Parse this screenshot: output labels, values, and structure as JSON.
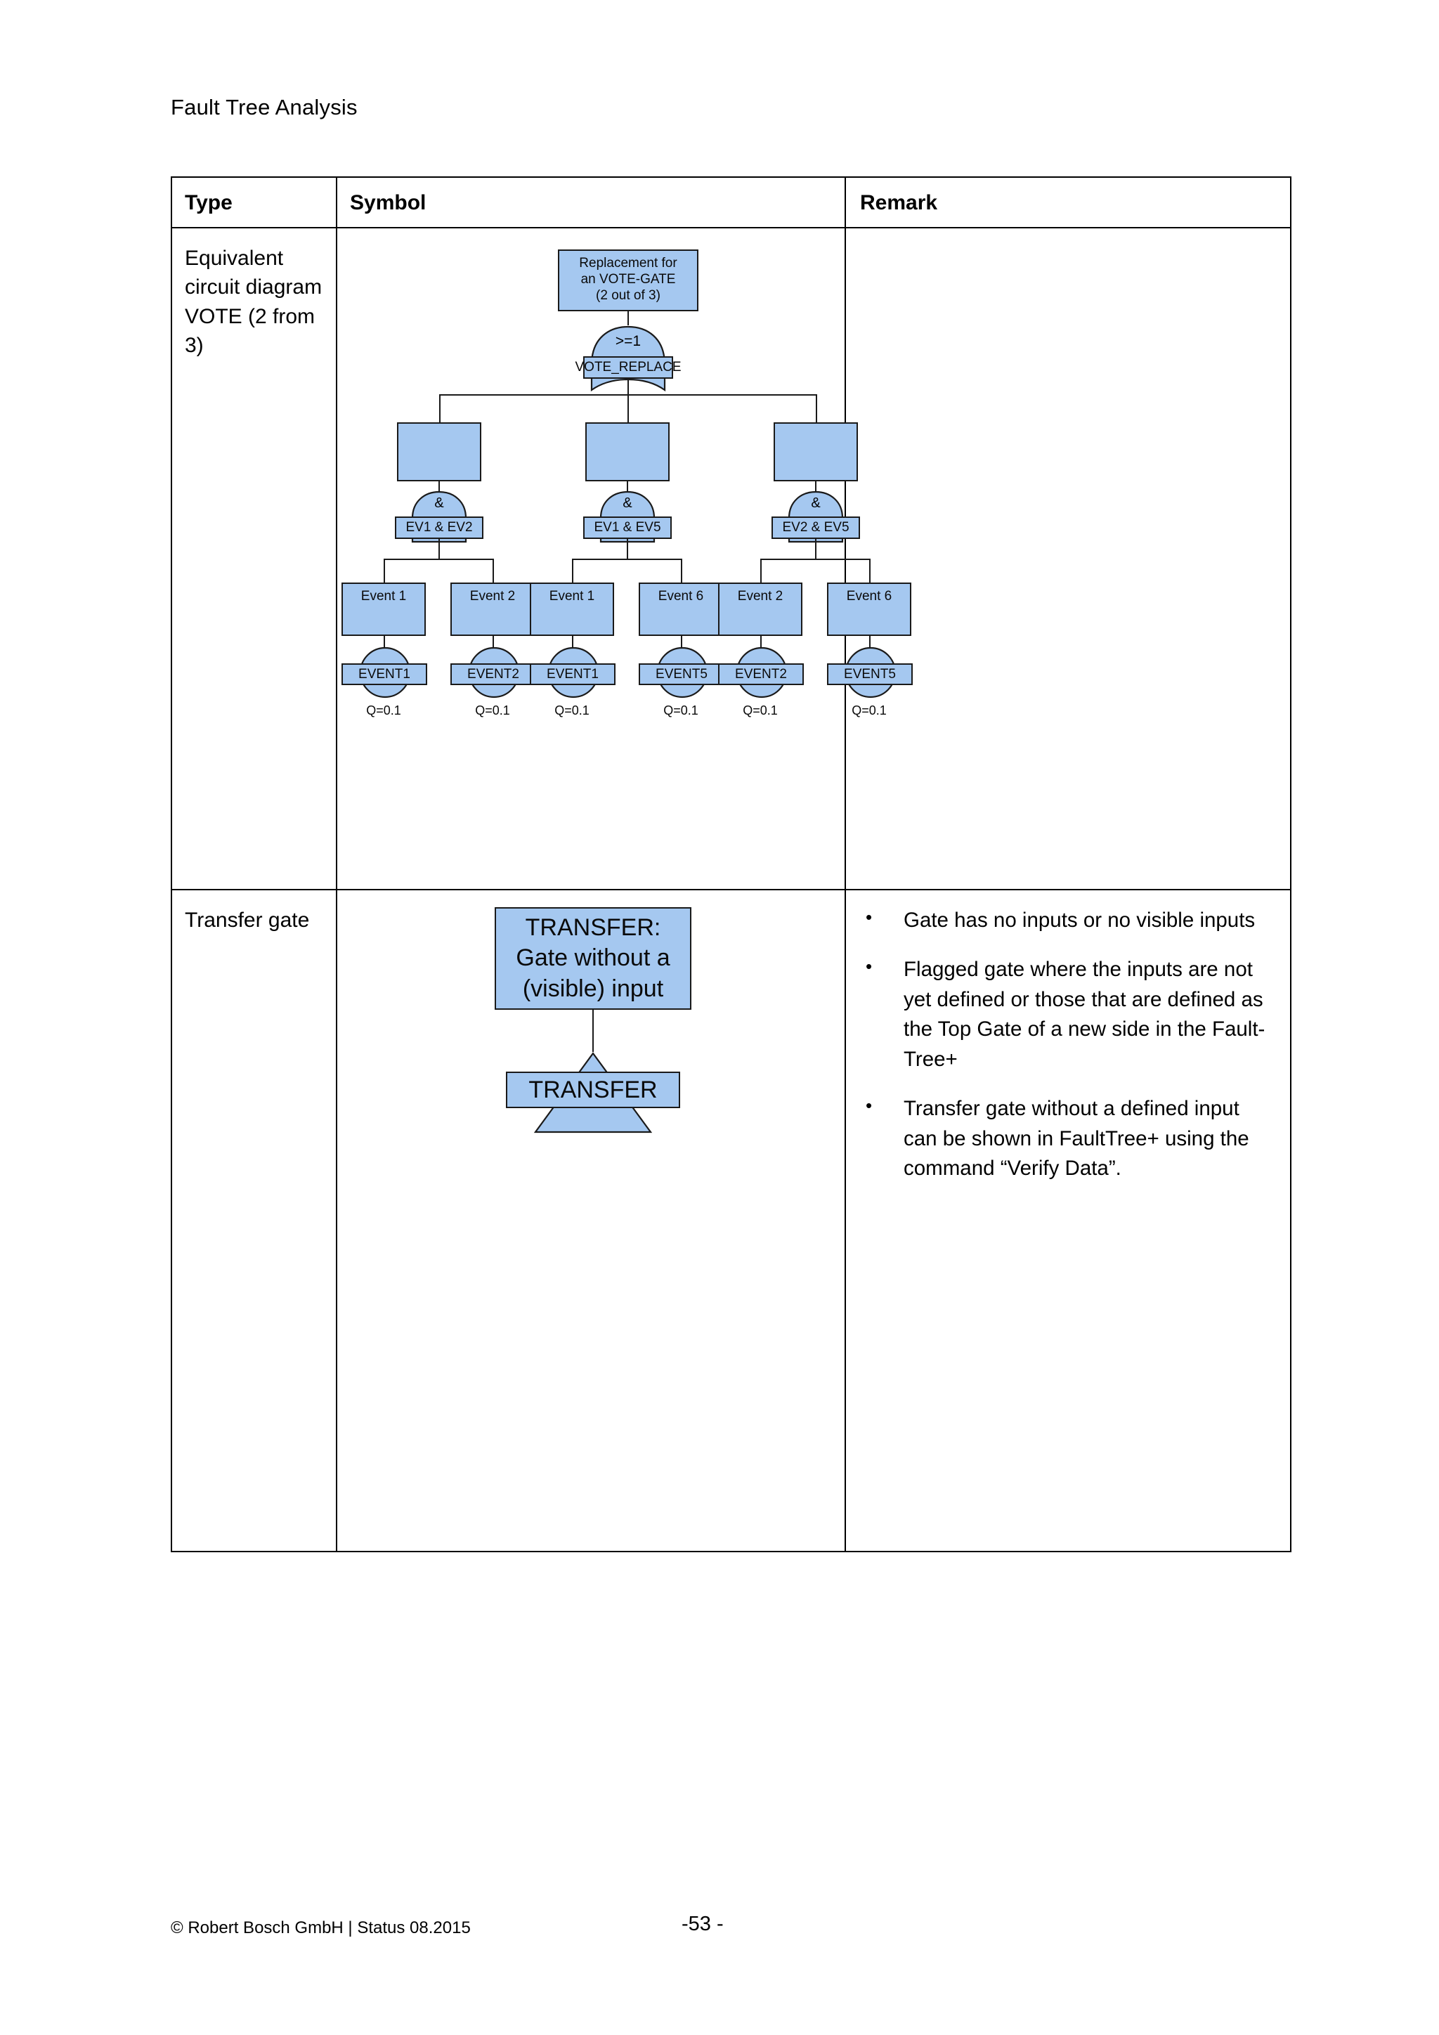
{
  "header": {
    "title": "Fault Tree Analysis"
  },
  "table": {
    "columns": {
      "type": "Type",
      "symbol": "Symbol",
      "remark": "Remark"
    },
    "rows": [
      {
        "type": "Equivalent circuit diagram VOTE (2 from 3)",
        "remark_bullets": []
      },
      {
        "type": "Transfer gate",
        "remark_bullets": [
          "Gate has no inputs or no visible inputs",
          "Flagged gate where the inputs are not yet defined or those that are defined as the Top Gate of a new side in the Fault-Tree+",
          "Transfer gate without a defined input can be shown in FaultTree+ using the command “Verify Data”."
        ]
      }
    ]
  },
  "vote_diagram": {
    "top_box": "Replacement for\nan VOTE-GATE\n(2 out of 3)",
    "top_box_line1": "Replacement for",
    "top_box_line2": "an VOTE-GATE",
    "top_box_line3": "(2 out of 3)",
    "or_gate": {
      "symbol": ">=1",
      "label": "VOTE_REPLACE"
    },
    "and_gates": [
      {
        "symbol": "&",
        "label": "EV1 & EV2"
      },
      {
        "symbol": "&",
        "label": "EV1 & EV5"
      },
      {
        "symbol": "&",
        "label": "EV2 & EV5"
      }
    ],
    "event_boxes": [
      "Event 1",
      "Event 2",
      "Event 1",
      "Event 6",
      "Event 2",
      "Event 6"
    ],
    "basic_events": [
      {
        "label": "EVENT1",
        "q": "Q=0.1"
      },
      {
        "label": "EVENT2",
        "q": "Q=0.1"
      },
      {
        "label": "EVENT1",
        "q": "Q=0.1"
      },
      {
        "label": "EVENT5",
        "q": "Q=0.1"
      },
      {
        "label": "EVENT2",
        "q": "Q=0.1"
      },
      {
        "label": "EVENT5",
        "q": "Q=0.1"
      }
    ]
  },
  "transfer_diagram": {
    "top_box_line1": "TRANSFER:",
    "top_box_line2": "Gate without a",
    "top_box_line3": "(visible) input",
    "gate_label": "TRANSFER"
  },
  "footer": {
    "copyright": "© Robert Bosch GmbH | Status 08.2015",
    "page": "-53 -"
  },
  "colors": {
    "shape_fill": "#a5c8f0",
    "shape_stroke": "#1a1a1a",
    "text": "#000000"
  }
}
